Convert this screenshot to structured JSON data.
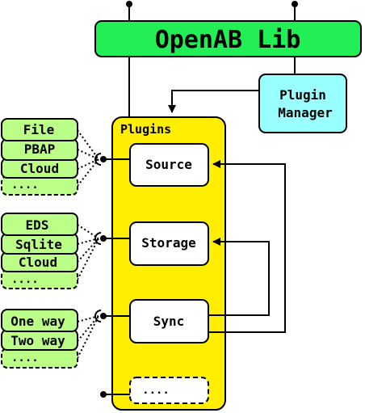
{
  "title": "OpenAB Lib",
  "plugin_manager": {
    "line1": "Plugin",
    "line2": "Manager"
  },
  "plugins_label": "Plugins",
  "plugins": {
    "source": "Source",
    "storage": "Storage",
    "sync": "Sync",
    "more": "...."
  },
  "source_group": {
    "items": [
      "File",
      "PBAP",
      "Cloud",
      "...."
    ]
  },
  "storage_group": {
    "items": [
      "EDS",
      "Sqlite",
      "Cloud",
      "...."
    ]
  },
  "sync_group": {
    "items": [
      "One way",
      "Two way",
      "...."
    ]
  },
  "colors": {
    "lib_green": "#22ee55",
    "plugin_item_green": "#bbff88",
    "manager_cyan": "#99ffff",
    "plugins_yellow": "#ffee00"
  }
}
